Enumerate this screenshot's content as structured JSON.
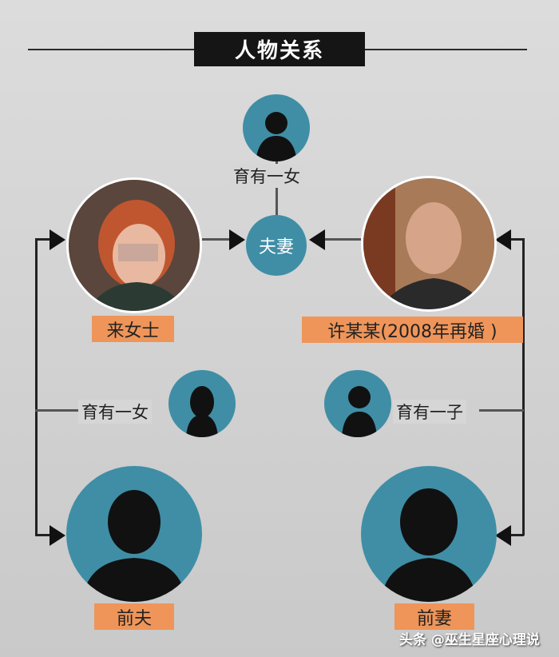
{
  "title": "人物关系",
  "couple": "夫妻",
  "top_child": "育有一女",
  "woman": {
    "name": "来女士"
  },
  "man": {
    "name": "许某某(2008年再婚 )"
  },
  "left_child": "育有一女",
  "right_child": "育有一子",
  "ex_husband": "前夫",
  "ex_wife": "前妻",
  "watermark": "头条 @巫生星座心理说",
  "colors": {
    "teal": "#3f8ea6",
    "orange": "#ef9559"
  }
}
